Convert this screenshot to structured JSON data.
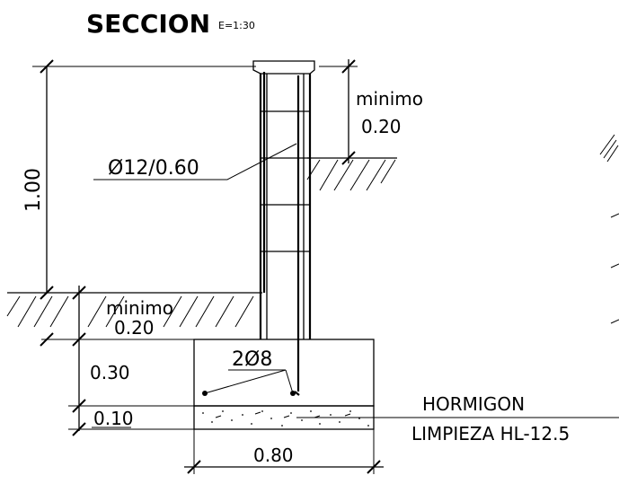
{
  "title": "SECCION",
  "scale": "E=1:30",
  "labels": {
    "overall_height": "1.00",
    "min_top_word": "minimo",
    "min_top_value": "0.20",
    "bar_spec": "Ø12/0.60",
    "min_bottom_word": "minimo",
    "min_bottom_value": "0.20",
    "footing_depth": "0.30",
    "lean_depth": "0.10",
    "footing_width": "0.80",
    "bottom_bars": "2Ø8",
    "material_line1": "HORMIGON",
    "material_line2": "LIMPIEZA  HL-12.5"
  }
}
